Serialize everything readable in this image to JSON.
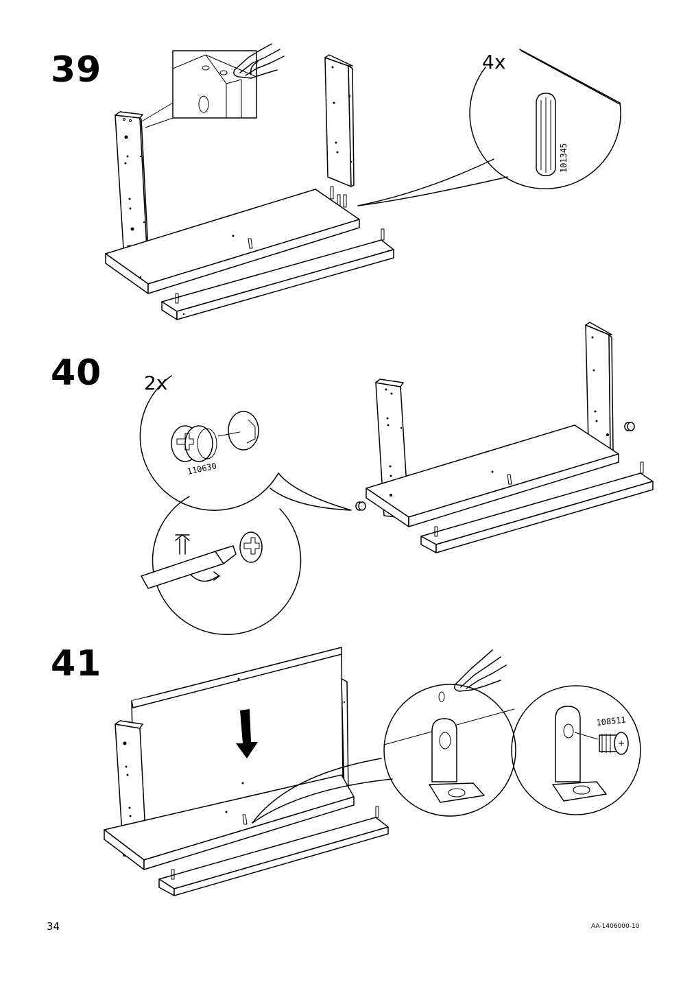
{
  "steps": [
    {
      "number": "39",
      "quantity": "4x",
      "part_code": "101345"
    },
    {
      "number": "40",
      "quantity": "2x",
      "part_code": "110630"
    },
    {
      "number": "41",
      "part_code": "108511"
    }
  ],
  "footer": {
    "page_number": "34",
    "document_id": "AA-1406000-10"
  },
  "icons": [
    "hand-touch-icon",
    "arrow-down-icon",
    "arrow-up-icon",
    "rotate-arrow-icon",
    "wooden-dowel-icon",
    "cam-lock-icon",
    "bracket-icon",
    "screw-icon",
    "screwdriver-icon"
  ]
}
